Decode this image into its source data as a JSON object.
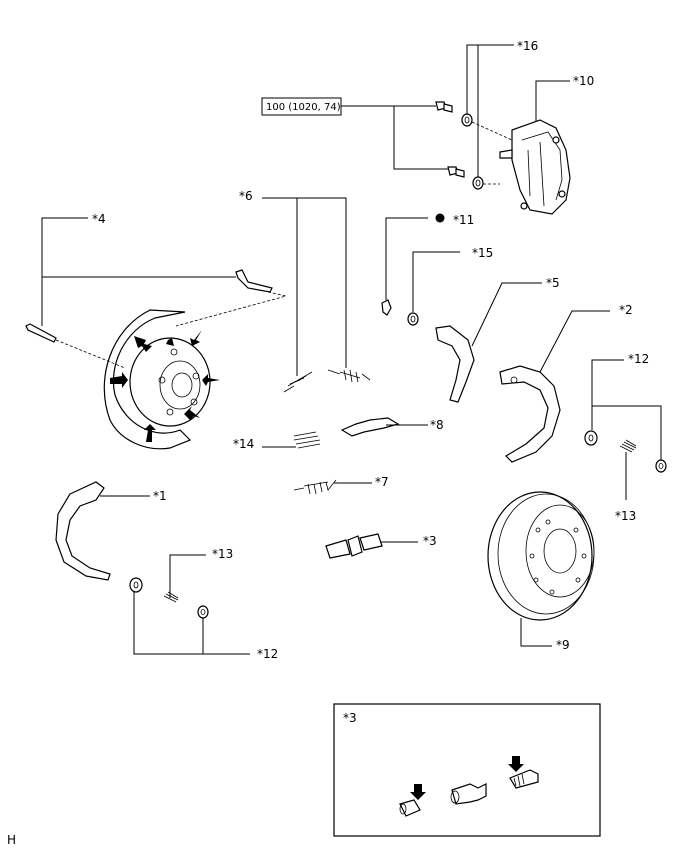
{
  "torque_spec": "100 (1020, 74)",
  "labels": {
    "l1": "*1",
    "l2": "*2",
    "l3": "*3",
    "l4": "*4",
    "l5": "*5",
    "l6": "*6",
    "l7": "*7",
    "l8": "*8",
    "l9": "*9",
    "l10": "*10",
    "l11": "*11",
    "l12a": "*12",
    "l12b": "*12",
    "l13a": "*13",
    "l13b": "*13",
    "l14": "*14",
    "l15": "*15",
    "l16": "*16"
  },
  "inset_label": "*3",
  "corner_mark": "H",
  "icons": {
    "arrow": "arrow-icon",
    "dot": "filled-dot-icon"
  }
}
